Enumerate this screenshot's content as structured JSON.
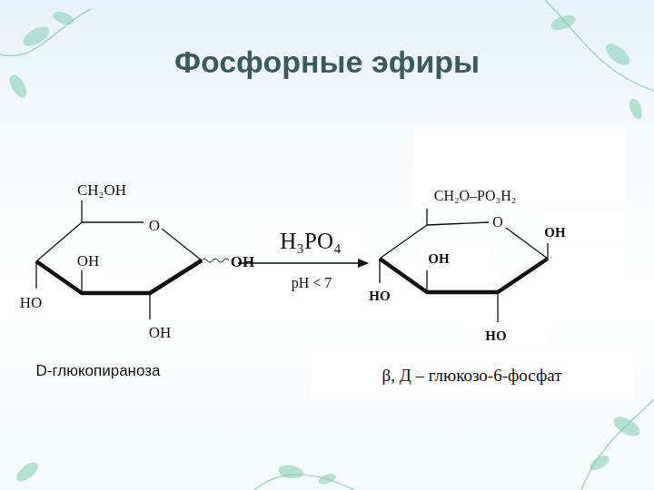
{
  "diagram": {
    "title": "Фосфорные эфиры",
    "nodes": [
      {
        "text": [
          "β, Д – глюкозо-6-фосфат"
        ]
      }
    ],
    "labels": [
      "CH₂OH",
      "O",
      "OH",
      "OH",
      "HO",
      "OH",
      "D-глюкопираноза",
      "H₃PO₄",
      "pH < 7",
      "CH₂O–PO₃H₂",
      "O",
      "OH",
      "OH",
      "HO",
      "HO"
    ]
  }
}
